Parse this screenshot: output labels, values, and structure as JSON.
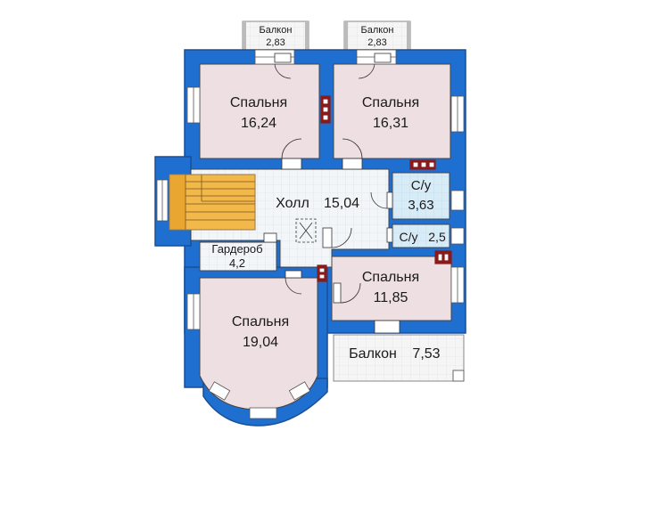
{
  "colors": {
    "wall": "#1f6fd0",
    "wall_edge": "#1a4f95",
    "room": "#eedfe3",
    "balcony": "#f4f4f4",
    "hall_tile": "#f2f5f8",
    "bath": "#d8ecf8",
    "stairs": "#f2b84a",
    "door": "#ffffff",
    "vent": "#8a1a1a"
  },
  "rooms": {
    "bedroom_nw": {
      "name": "Спальня",
      "area": "16,24"
    },
    "bedroom_ne": {
      "name": "Спальня",
      "area": "16,31"
    },
    "hall": {
      "name": "Холл",
      "area": "15,04"
    },
    "bath_big": {
      "name": "С/у",
      "area": "3,63"
    },
    "bath_small": {
      "name": "С/у",
      "area": "2,5"
    },
    "wardrobe": {
      "name": "Гардероб",
      "area": "4,2"
    },
    "bedroom_e": {
      "name": "Спальня",
      "area": "11,85"
    },
    "bedroom_sw": {
      "name": "Спальня",
      "area": "19,04"
    },
    "balcony_left": {
      "name": "Балкон",
      "area": "2,83"
    },
    "balcony_right": {
      "name": "Балкон",
      "area": "2,83"
    },
    "balcony_big": {
      "name": "Балкон",
      "area": "7,53"
    }
  }
}
